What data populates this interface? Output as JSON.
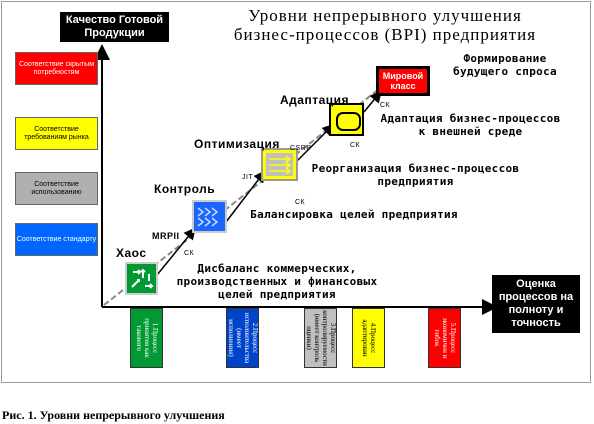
{
  "title": {
    "line1": "Уровни непрерывного улучшения",
    "line2": "бизнес-процессов (BPI) предприятия"
  },
  "y_axis_label": "Качество Готовой Продукции",
  "x_axis_label": "Оценка процессов на полноту и точность",
  "legend": [
    {
      "label": "Соответствие скрытым потребностям",
      "color": "#ff0000",
      "text_color": "#ffffff"
    },
    {
      "label": "Соответствие требованиям рынка",
      "color": "#ffff00",
      "text_color": "#000000"
    },
    {
      "label": "Соответствие использованию",
      "color": "#b0b0b0",
      "text_color": "#000000"
    },
    {
      "label": "Соответствие стандарту",
      "color": "#0066ff",
      "text_color": "#ffffff"
    }
  ],
  "levels": [
    {
      "name": "Хаос",
      "tag": "MRPII",
      "tag2": "СК",
      "desc": "Дисбаланс коммерческих, производственных и финансовых целей предприятия",
      "color": "#009933"
    },
    {
      "name": "Контроль",
      "tag": "JIT",
      "tag2": "",
      "desc": "Балансировка целей предприятия",
      "color": "#1a66ff"
    },
    {
      "name": "Оптимизация",
      "tag": "CSRP",
      "tag2": "СК",
      "desc": "Реорганизация бизнес-процессов предприятия",
      "color": "#c0c0c0"
    },
    {
      "name": "Адаптация",
      "tag": "",
      "tag2": "СК",
      "desc": "Адаптация бизнес-процессов к внешней среде",
      "color": "#ffff00"
    },
    {
      "name": "Мировой класс",
      "tag": "",
      "tag2": "СК",
      "desc": "Формирование будущего спроса",
      "color": "#ff0000"
    }
  ],
  "processes": [
    {
      "label": "1.Процесс принятия как такового",
      "color": "#009933",
      "text_color": "#ffffff"
    },
    {
      "label": "2.Процесс исполнительства (имеет исполнения)",
      "color": "#0044cc",
      "text_color": "#ffffff"
    },
    {
      "label": "3.Процесс контролируемости (имеет контроль оценки)",
      "color": "#c0c0c0",
      "text_color": "#000000"
    },
    {
      "label": "4.Процесс адаптирован",
      "color": "#ffff00",
      "text_color": "#000000"
    },
    {
      "label": "5.Процесс экономичен и гибок",
      "color": "#ff0000",
      "text_color": "#ffffff"
    }
  ],
  "caption": "Рис. 1. Уровни непрерывного улучшения"
}
